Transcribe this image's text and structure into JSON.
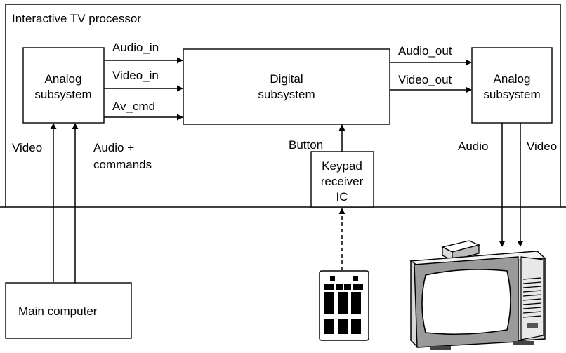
{
  "diagram": {
    "processor_title": "Interactive TV processor",
    "analog_left": {
      "line1": "Analog",
      "line2": "subsystem"
    },
    "digital": {
      "line1": "Digital",
      "line2": "subsystem"
    },
    "analog_right": {
      "line1": "Analog",
      "line2": "subsystem"
    },
    "keypad": {
      "line1": "Keypad",
      "line2": "receiver",
      "line3": "IC"
    },
    "main_computer": "Main computer",
    "signals": {
      "audio_in": "Audio_in",
      "video_in": "Video_in",
      "av_cmd": "Av_cmd",
      "audio_out": "Audio_out",
      "video_out": "Video_out",
      "button": "Button",
      "video_left": "Video",
      "audio_commands_line1": "Audio +",
      "audio_commands_line2": "commands",
      "audio_right": "Audio",
      "video_right": "Video"
    }
  }
}
